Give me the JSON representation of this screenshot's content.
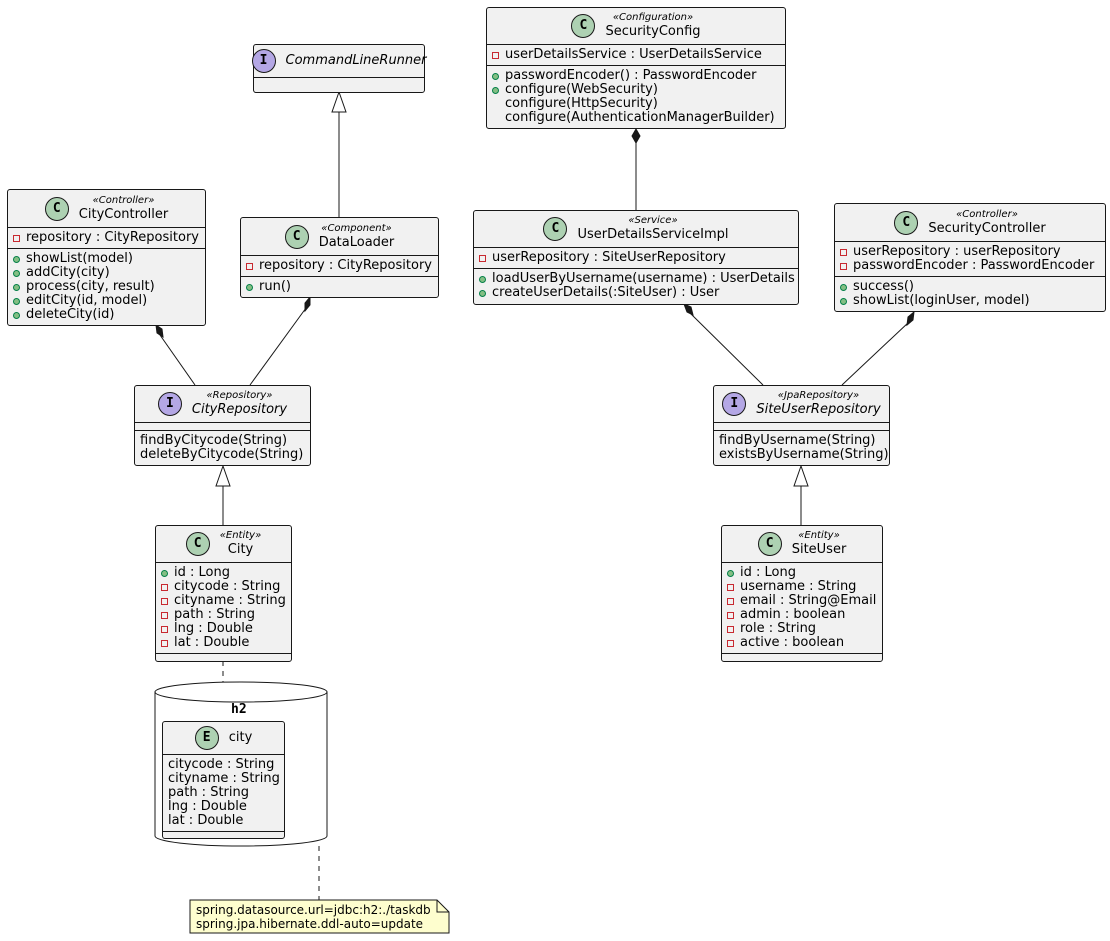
{
  "classes": {
    "command_line_runner": {
      "type": "I",
      "name": "CommandLineRunner",
      "italic": true
    },
    "security_config": {
      "type": "C",
      "stereotype": "«Configuration»",
      "name": "SecurityConfig",
      "fields": [
        {
          "vis": "priv",
          "text": "userDetailsService : UserDetailsService"
        }
      ],
      "methods": [
        {
          "vis": "pub",
          "text": "passwordEncoder() : PasswordEncoder"
        },
        {
          "vis": "pub",
          "text": "configure(WebSecurity)"
        },
        {
          "vis": "none",
          "text": "configure(HttpSecurity)"
        },
        {
          "vis": "none",
          "text": "configure(AuthenticationManagerBuilder)"
        }
      ]
    },
    "city_controller": {
      "type": "C",
      "stereotype": "«Controller»",
      "name": "CityController",
      "fields": [
        {
          "vis": "priv",
          "text": "repository : CityRepository"
        }
      ],
      "methods": [
        {
          "vis": "pub",
          "text": "showList(model)"
        },
        {
          "vis": "pub",
          "text": "addCity(city)"
        },
        {
          "vis": "pub",
          "text": "process(city, result)"
        },
        {
          "vis": "pub",
          "text": "editCity(id, model)"
        },
        {
          "vis": "pub",
          "text": "deleteCity(id)"
        }
      ]
    },
    "data_loader": {
      "type": "C",
      "stereotype": "«Component»",
      "name": "DataLoader",
      "fields": [
        {
          "vis": "priv",
          "text": "repository : CityRepository"
        }
      ],
      "methods": [
        {
          "vis": "pub",
          "text": "run()"
        }
      ]
    },
    "user_details_service_impl": {
      "type": "C",
      "stereotype": "«Service»",
      "name": "UserDetailsServiceImpl",
      "fields": [
        {
          "vis": "priv",
          "text": "userRepository : SiteUserRepository"
        }
      ],
      "methods": [
        {
          "vis": "pub",
          "text": "loadUserByUsername(username) : UserDetails"
        },
        {
          "vis": "pub",
          "text": "createUserDetails(:SiteUser) : User"
        }
      ]
    },
    "security_controller": {
      "type": "C",
      "stereotype": "«Controller»",
      "name": "SecurityController",
      "fields": [
        {
          "vis": "priv",
          "text": "userRepository : userRepository"
        },
        {
          "vis": "priv",
          "text": "passwordEncoder : PasswordEncoder"
        }
      ],
      "methods": [
        {
          "vis": "pub",
          "text": "success()"
        },
        {
          "vis": "pub",
          "text": "showList(loginUser, model)"
        }
      ]
    },
    "city_repository": {
      "type": "I",
      "stereotype": "«Repository»",
      "name": "CityRepository",
      "italic": true,
      "fields": [],
      "methods": [
        {
          "vis": "none",
          "text": "findByCitycode(String)"
        },
        {
          "vis": "none",
          "text": "deleteByCitycode(String)"
        }
      ]
    },
    "site_user_repository": {
      "type": "I",
      "stereotype": "«JpaRepository»",
      "name": "SiteUserRepository",
      "italic": true,
      "fields": [],
      "methods": [
        {
          "vis": "none",
          "text": "findByUsername(String)"
        },
        {
          "vis": "none",
          "text": "existsByUsername(String)"
        }
      ]
    },
    "city": {
      "type": "C",
      "stereotype": "«Entity»",
      "name": "City",
      "fields": [
        {
          "vis": "pub",
          "text": "id : Long"
        },
        {
          "vis": "priv",
          "text": "citycode : String"
        },
        {
          "vis": "priv",
          "text": "cityname : String"
        },
        {
          "vis": "priv",
          "text": "path : String"
        },
        {
          "vis": "priv",
          "text": "lng : Double"
        },
        {
          "vis": "priv",
          "text": "lat : Double"
        }
      ]
    },
    "site_user": {
      "type": "C",
      "stereotype": "«Entity»",
      "name": "SiteUser",
      "fields": [
        {
          "vis": "pub",
          "text": "id : Long"
        },
        {
          "vis": "priv",
          "text": "username : String"
        },
        {
          "vis": "priv",
          "text": "email : String@Email"
        },
        {
          "vis": "priv",
          "text": "admin : boolean"
        },
        {
          "vis": "priv",
          "text": "role : String"
        },
        {
          "vis": "priv",
          "text": "active : boolean"
        }
      ]
    },
    "city_entity": {
      "type": "E",
      "name": "city",
      "fields": [
        {
          "vis": "none",
          "text": "citycode : String"
        },
        {
          "vis": "none",
          "text": "cityname : String"
        },
        {
          "vis": "none",
          "text": "path : String"
        },
        {
          "vis": "none",
          "text": "lng : Double"
        },
        {
          "vis": "none",
          "text": "lat : Double"
        }
      ]
    }
  },
  "database": {
    "label": "h2"
  },
  "note": {
    "line1": "spring.datasource.url=jdbc:h2:./taskdb",
    "line2": "spring.jpa.hibernate.ddl-auto=update"
  },
  "colors": {
    "class_badge": "#add1b2",
    "interface_badge": "#b4a7e5",
    "box_fill": "#f1f1f1",
    "note_fill": "#fefece",
    "line": "#181818"
  }
}
